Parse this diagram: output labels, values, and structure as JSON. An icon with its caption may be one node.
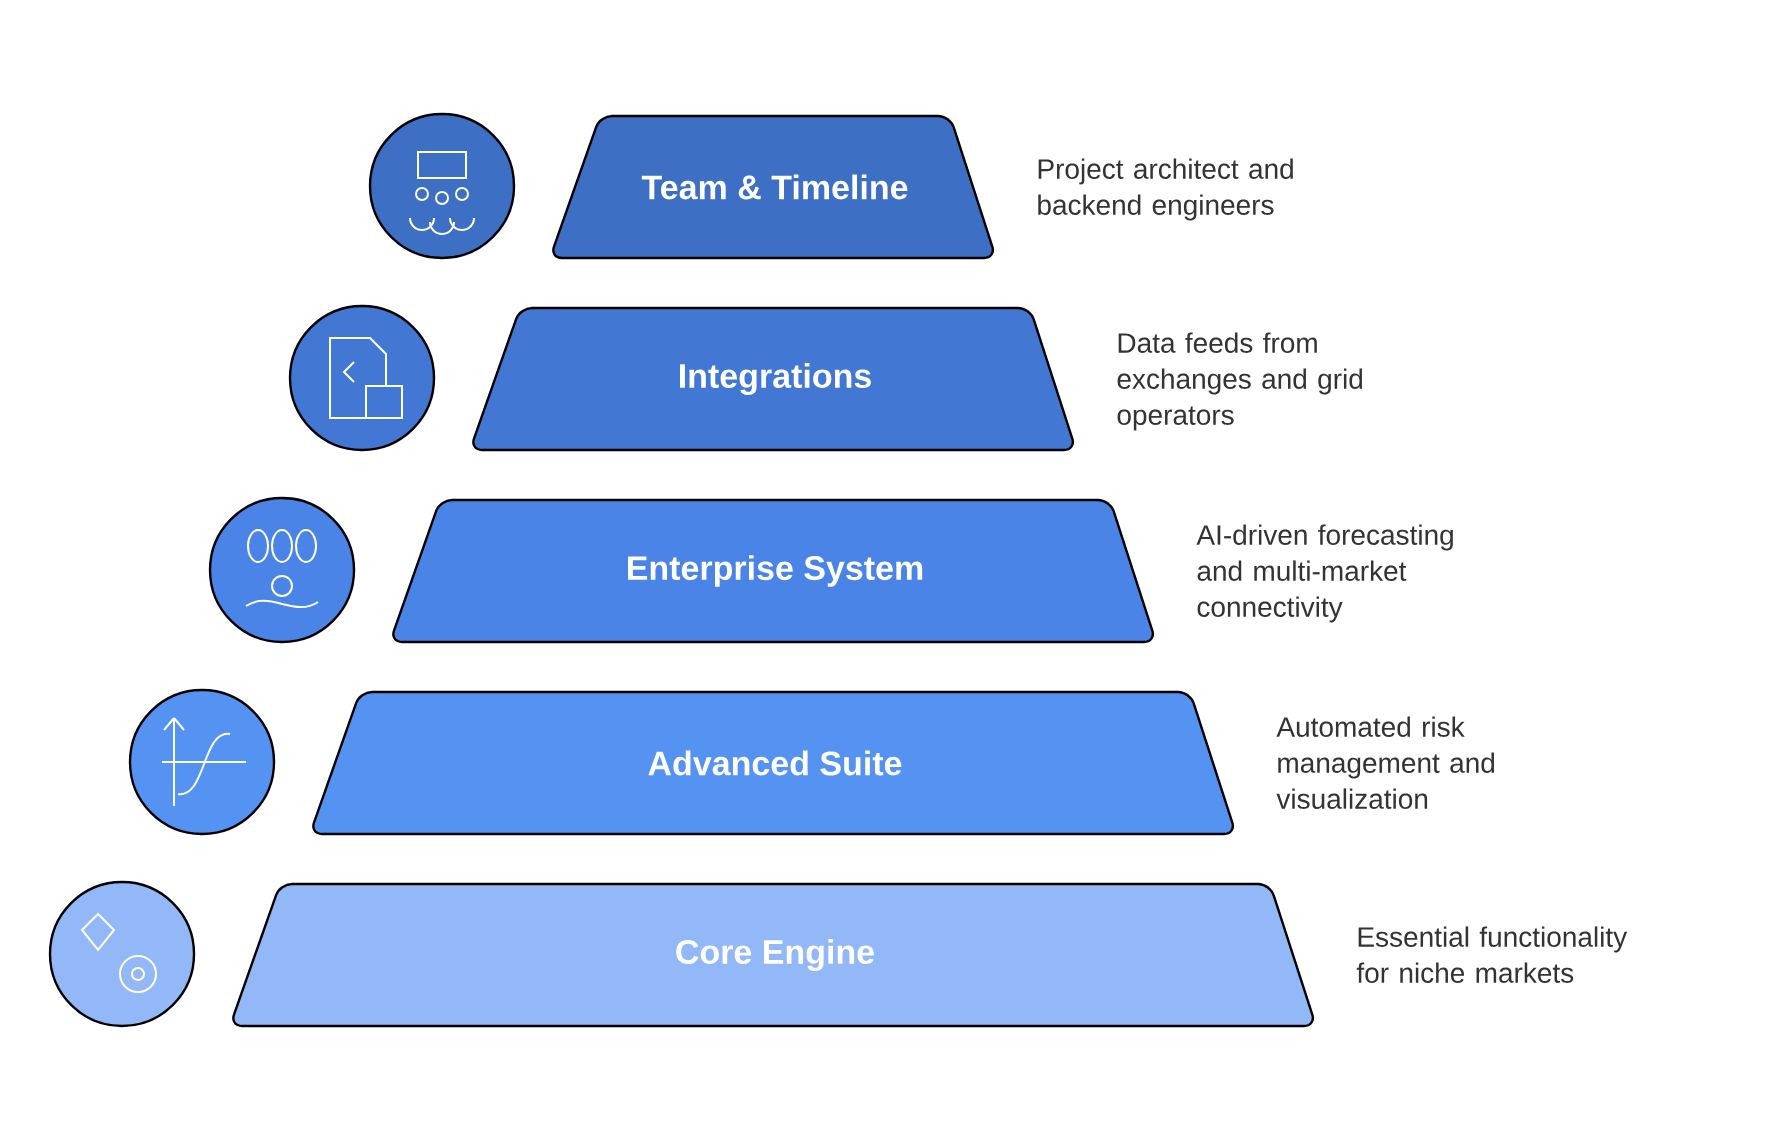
{
  "diagram": {
    "nodes": [
      {
        "text": [
          "Team & Timeline"
        ],
        "beside": [
          "Project architect and backend engineers"
        ]
      },
      {
        "text": [
          "Integrations"
        ],
        "beside": [
          "Data feeds from exchanges and grid operators"
        ]
      },
      {
        "text": [
          "Enterprise System"
        ],
        "beside": [
          "AI-driven forecasting and multi-market connectivity"
        ]
      },
      {
        "text": [
          "Advanced Suite"
        ],
        "beside": [
          "Automated risk management and visualization"
        ]
      },
      {
        "text": [
          "Core Engine"
        ],
        "beside": [
          "Essential functionality for niche markets"
        ]
      }
    ]
  }
}
